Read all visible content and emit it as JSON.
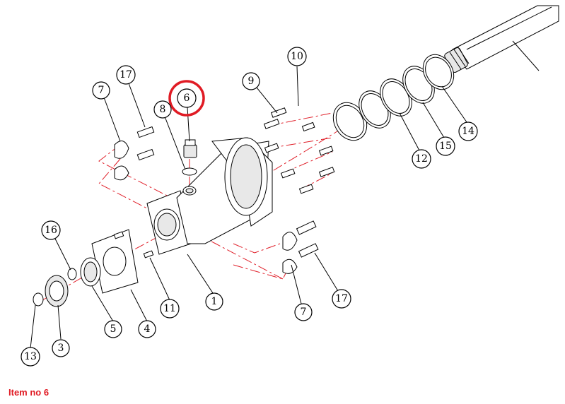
{
  "caption": "Item no 6",
  "highlight_color": "#e01b24",
  "callouts": {
    "c1": "1",
    "c3": "3",
    "c4": "4",
    "c5": "5",
    "c6": "6",
    "c7a": "7",
    "c7b": "7",
    "c8": "8",
    "c9": "9",
    "c10": "10",
    "c11": "11",
    "c12": "12",
    "c13": "13",
    "c14": "14",
    "c15": "15",
    "c16": "16",
    "c17a": "17",
    "c17b": "17"
  }
}
